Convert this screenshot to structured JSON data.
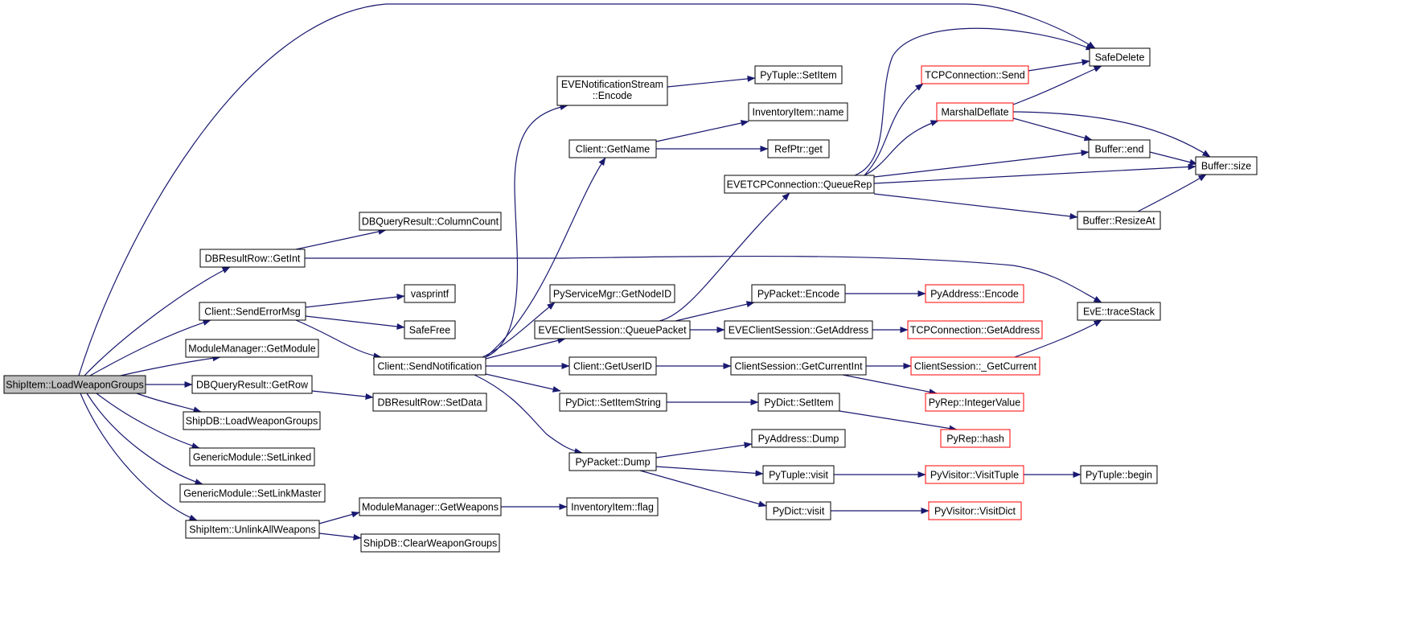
{
  "diagram": {
    "type": "call-graph",
    "colors": {
      "edge": "#191970",
      "root_fill": "#bfbfbf",
      "node_fill": "#ffffff",
      "node_border": "#000000",
      "truncated_border": "#ff0000"
    },
    "nodes": [
      {
        "id": "root",
        "label": "ShipItem::LoadWeaponGroups",
        "root": true
      },
      {
        "id": "getInt",
        "label": "DBResultRow::GetInt"
      },
      {
        "id": "sendErr",
        "label": "Client::SendErrorMsg"
      },
      {
        "id": "getModule",
        "label": "ModuleManager::GetModule"
      },
      {
        "id": "getRow",
        "label": "DBQueryResult::GetRow"
      },
      {
        "id": "shipLoad",
        "label": "ShipDB::LoadWeaponGroups"
      },
      {
        "id": "setLinked",
        "label": "GenericModule::SetLinked"
      },
      {
        "id": "setLinkMaster",
        "label": "GenericModule::SetLinkMaster"
      },
      {
        "id": "unlinkAll",
        "label": "ShipItem::UnlinkAllWeapons"
      },
      {
        "id": "colCount",
        "label": "DBQueryResult::ColumnCount"
      },
      {
        "id": "vasprintf",
        "label": "vasprintf"
      },
      {
        "id": "safeFree",
        "label": "SafeFree"
      },
      {
        "id": "sendNotif",
        "label": "Client::SendNotification"
      },
      {
        "id": "setData",
        "label": "DBResultRow::SetData"
      },
      {
        "id": "getWeapons",
        "label": "ModuleManager::GetWeapons"
      },
      {
        "id": "clearWG",
        "label": "ShipDB::ClearWeaponGroups"
      },
      {
        "id": "evenEncode1",
        "label": "EVENotificationStream"
      },
      {
        "id": "evenEncode2",
        "label": "::Encode"
      },
      {
        "id": "getName",
        "label": "Client::GetName"
      },
      {
        "id": "getNodeID",
        "label": "PyServiceMgr::GetNodeID"
      },
      {
        "id": "queuePacket",
        "label": "EVEClientSession::QueuePacket"
      },
      {
        "id": "getUserID",
        "label": "Client::GetUserID"
      },
      {
        "id": "setItemString",
        "label": "PyDict::SetItemString"
      },
      {
        "id": "packetDump",
        "label": "PyPacket::Dump"
      },
      {
        "id": "invFlag",
        "label": "InventoryItem::flag"
      },
      {
        "id": "tupleSetItem",
        "label": "PyTuple::SetItem"
      },
      {
        "id": "invName",
        "label": "InventoryItem::name"
      },
      {
        "id": "refGet",
        "label": "RefPtr::get"
      },
      {
        "id": "queueRep",
        "label": "EVETCPConnection::QueueRep"
      },
      {
        "id": "packetEncode",
        "label": "PyPacket::Encode"
      },
      {
        "id": "sessGetAddr",
        "label": "EVEClientSession::GetAddress"
      },
      {
        "id": "getCurInt",
        "label": "ClientSession::GetCurrentInt"
      },
      {
        "id": "dictSetItem",
        "label": "PyDict::SetItem"
      },
      {
        "id": "addrDump",
        "label": "PyAddress::Dump"
      },
      {
        "id": "tupleVisit",
        "label": "PyTuple::visit"
      },
      {
        "id": "dictVisit",
        "label": "PyDict::visit"
      },
      {
        "id": "tcpSend",
        "label": "TCPConnection::Send",
        "truncated": true
      },
      {
        "id": "marshal",
        "label": "MarshalDeflate",
        "truncated": true
      },
      {
        "id": "addrEncode",
        "label": "PyAddress::Encode",
        "truncated": true
      },
      {
        "id": "tcpGetAddr",
        "label": "TCPConnection::GetAddress",
        "truncated": true
      },
      {
        "id": "getCurrent",
        "label": "ClientSession::_GetCurrent",
        "truncated": true
      },
      {
        "id": "intValue",
        "label": "PyRep::IntegerValue",
        "truncated": true
      },
      {
        "id": "repHash",
        "label": "PyRep::hash",
        "truncated": true
      },
      {
        "id": "visitTuple",
        "label": "PyVisitor::VisitTuple",
        "truncated": true
      },
      {
        "id": "visitDict",
        "label": "PyVisitor::VisitDict",
        "truncated": true
      },
      {
        "id": "safeDelete",
        "label": "SafeDelete"
      },
      {
        "id": "bufEnd",
        "label": "Buffer::end"
      },
      {
        "id": "bufResize",
        "label": "Buffer::ResizeAt"
      },
      {
        "id": "traceStack",
        "label": "EvE::traceStack"
      },
      {
        "id": "tupleBegin",
        "label": "PyTuple::begin"
      },
      {
        "id": "bufSize",
        "label": "Buffer::size"
      }
    ]
  }
}
